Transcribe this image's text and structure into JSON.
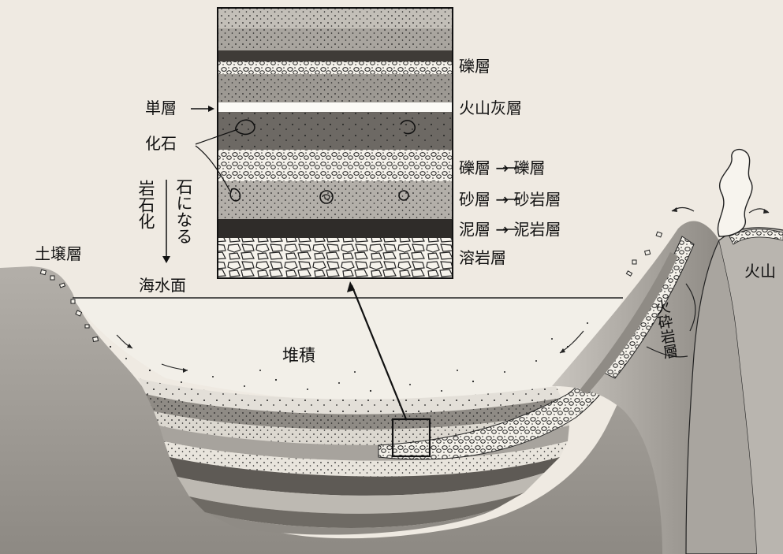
{
  "labels": {
    "soil_layer": "土壌層",
    "sea_level": "海水面",
    "sedimentation": "堆積",
    "volcano": "火山",
    "pyroclastic_layer": "火砕岩層",
    "single_layer": "単層",
    "fossil": "化石",
    "petrification": "岩石化",
    "becomes_rock": "石になる",
    "gravel_layer": "礫層",
    "volcanic_ash_layer": "火山灰層",
    "gravel_to_conglomerate": "礫層 → 礫層",
    "sand_to_sandstone": "砂層 → 砂岩層",
    "mud_to_mudstone": "泥層 → 泥岩層",
    "lava_layer": "溶岩層"
  }
}
